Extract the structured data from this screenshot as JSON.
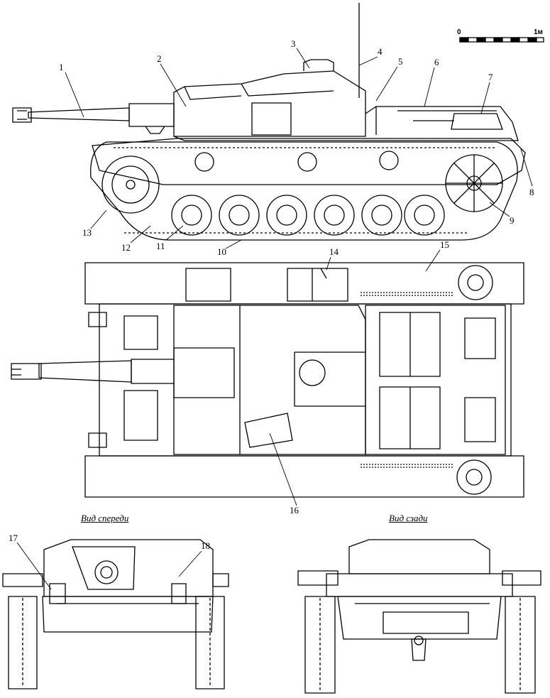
{
  "scale_bar": {
    "start": "0",
    "end": "1м"
  },
  "views": {
    "front": "Вид спереди",
    "rear": "Вид сзади"
  },
  "callouts": [
    "1",
    "2",
    "3",
    "4",
    "5",
    "6",
    "7",
    "8",
    "9",
    "10",
    "11",
    "12",
    "13",
    "14",
    "15",
    "16",
    "17",
    "18"
  ]
}
